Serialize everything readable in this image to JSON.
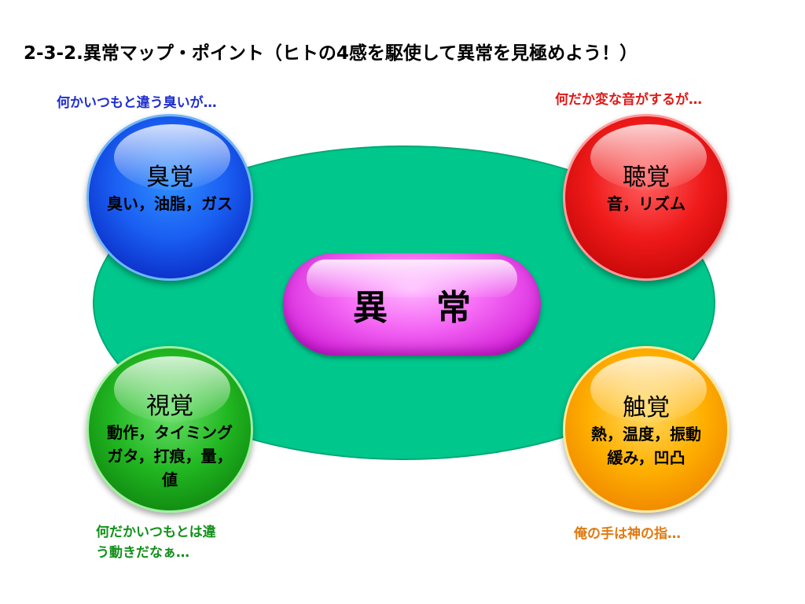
{
  "title": "2-3-2.異常マップ・ポイント（ヒトの4感を駆使して異常を見極めよう！）",
  "center": {
    "label": "異常"
  },
  "senses": {
    "smell": {
      "name": "臭覚",
      "desc": [
        "臭い，油脂，ガス"
      ],
      "note": [
        "何かいつもと違う臭いが…"
      ]
    },
    "hearing": {
      "name": "聴覚",
      "desc": [
        "音，リズム"
      ],
      "note": [
        "何だか変な音がするが…"
      ]
    },
    "sight": {
      "name": "視覚",
      "desc": [
        "動作，タイミング",
        "ガタ，打痕，量，",
        "値"
      ],
      "note": [
        "何だかいつもとは違",
        "う動きだなぁ…"
      ]
    },
    "touch": {
      "name": "触覚",
      "desc": [
        "熱，温度，振動",
        "緩み，凹凸"
      ],
      "note": [
        "俺の手は神の指…"
      ]
    }
  },
  "colors": {
    "ellipse": "#00c78c",
    "center": "#f56af5",
    "smell": "#1a5ef2",
    "hearing": "#f01a1a",
    "sight": "#22b822",
    "touch": "#ffb000"
  }
}
